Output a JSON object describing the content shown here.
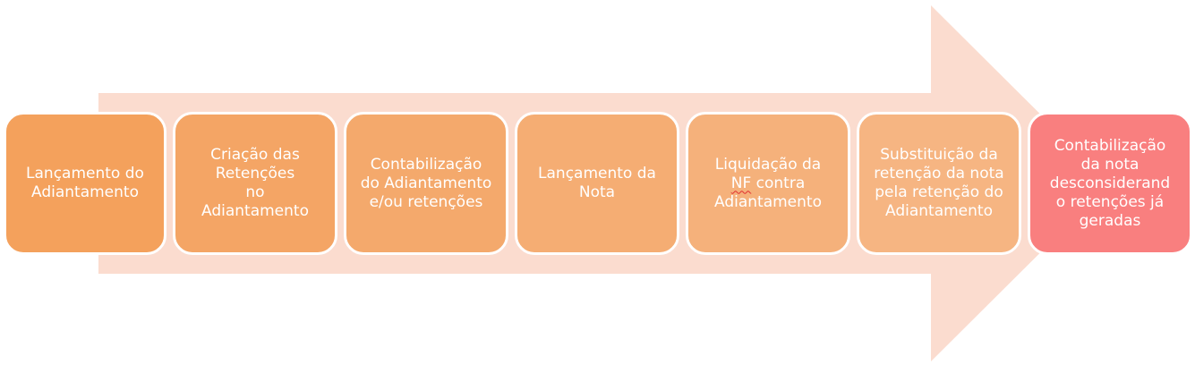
{
  "steps": [
    {
      "id": "1",
      "text": "Lançamento do\nAdiantamento",
      "color": "#f4a15c"
    },
    {
      "id": "2",
      "text": "Criação das\nRetenções\nno\nAdiantamento",
      "color": "#f4a565"
    },
    {
      "id": "3",
      "text": "Contabilização\ndo Adiantamento\ne/ou retenções",
      "color": "#f4a96c"
    },
    {
      "id": "4",
      "text": "Lançamento da\nNota",
      "color": "#f5ad73"
    },
    {
      "id": "5",
      "pre": "Liquidação da\n",
      "flagged": "NF",
      "post": " contra\nAdiantamento",
      "color": "#f5b17b"
    },
    {
      "id": "6",
      "text": "Substituição da\nretenção da nota\npela retenção do\nAdiantamento",
      "color": "#f6b582"
    },
    {
      "id": "7",
      "text": "Contabilização\nda nota\ndesconsiderand\no retenções já\ngeradas",
      "color": "#f97f7f"
    }
  ],
  "arrow": {
    "color": "#fbdccf"
  }
}
